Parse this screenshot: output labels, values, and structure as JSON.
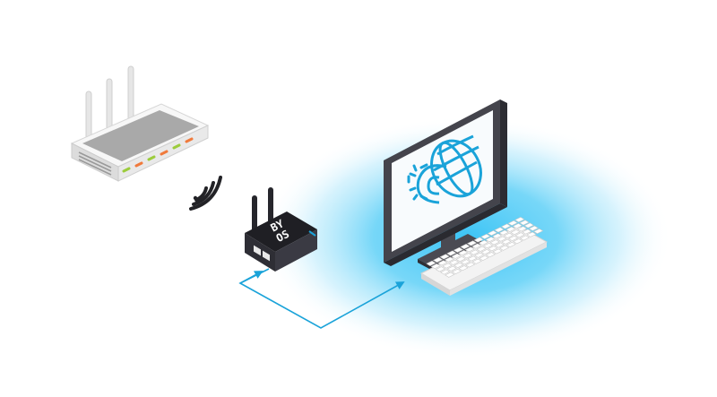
{
  "diagram": {
    "nodes": [
      {
        "id": "router",
        "kind": "wifi-router"
      },
      {
        "id": "wireless",
        "kind": "wifi-signal"
      },
      {
        "id": "gateway",
        "kind": "mini-pc",
        "label_top": "BY",
        "label_bottom": "OS"
      },
      {
        "id": "computer",
        "kind": "desktop-monitor",
        "screen_icon": "gear-globe-icon"
      },
      {
        "id": "keyboard",
        "kind": "keyboard"
      }
    ],
    "connections": [
      {
        "from": "router",
        "to": "gateway",
        "type": "wireless"
      },
      {
        "from": "gateway",
        "to": "computer",
        "type": "ethernet-cable"
      }
    ],
    "colors": {
      "accent": "#1aa3d9",
      "glow": "#3cc4f5",
      "device_dark": "#2b2b33",
      "router_body": "#f4f4f4",
      "led_orange": "#f07a3c",
      "led_green": "#9ccc3c"
    }
  }
}
